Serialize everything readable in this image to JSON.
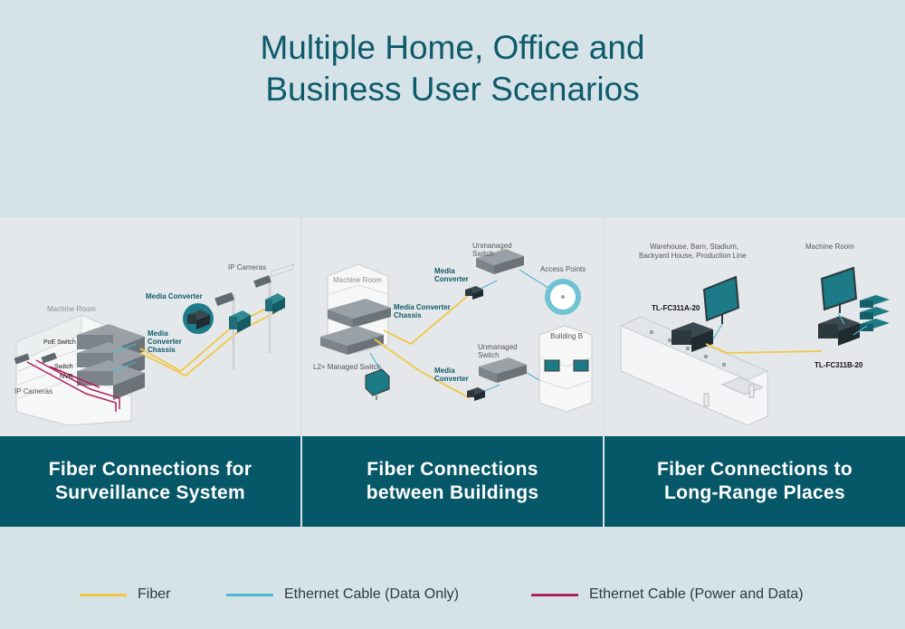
{
  "title": {
    "line1": "Multiple Home, Office and",
    "line2": "Business User Scenarios"
  },
  "panels": [
    {
      "caption_line1": "Fiber Connections for",
      "caption_line2": "Surveillance System",
      "labels": {
        "machine_room": "Machine Room",
        "poe_switch": "PoE Switch",
        "switch": "Switch",
        "nvr": "NVR",
        "ip_cameras_left": "IP Cameras",
        "ip_cameras_top": "IP Cameras",
        "media_converter": "Media Converter",
        "chassis_line1": "Media",
        "chassis_line2": "Converter",
        "chassis_line3": "Chassis"
      }
    },
    {
      "caption_line1": "Fiber Connections",
      "caption_line2": "between Buildings",
      "labels": {
        "machine_room": "Machine Room",
        "l2_switch": "L2+ Managed Switch",
        "chassis_line1": "Media Converter",
        "chassis_line2": "Chassis",
        "mc_top_line1": "Media",
        "mc_top_line2": "Converter",
        "mc_bottom_line1": "Media",
        "mc_bottom_line2": "Converter",
        "unmanaged_top_line1": "Unmanaged",
        "unmanaged_top_line2": "Switch",
        "unmanaged_bottom_line1": "Unmanaged",
        "unmanaged_bottom_line2": "Switch",
        "access_points": "Access Points",
        "building_b": "Building B"
      }
    },
    {
      "caption_line1": "Fiber Connections to",
      "caption_line2": "Long-Range Places",
      "labels": {
        "warehouse_line1": "Warehouse, Barn, Stadium,",
        "warehouse_line2": "Backyard House, Production Line",
        "machine_room": "Machine Room",
        "model_a": "TL-FC311A-20",
        "model_b": "TL-FC311B-20"
      }
    }
  ],
  "legend": [
    {
      "label": "Fiber",
      "color": "#f2c744"
    },
    {
      "label": "Ethernet Cable (Data Only)",
      "color": "#4cb8cf"
    },
    {
      "label": "Ethernet Cable (Power and Data)",
      "color": "#b0205e"
    }
  ]
}
